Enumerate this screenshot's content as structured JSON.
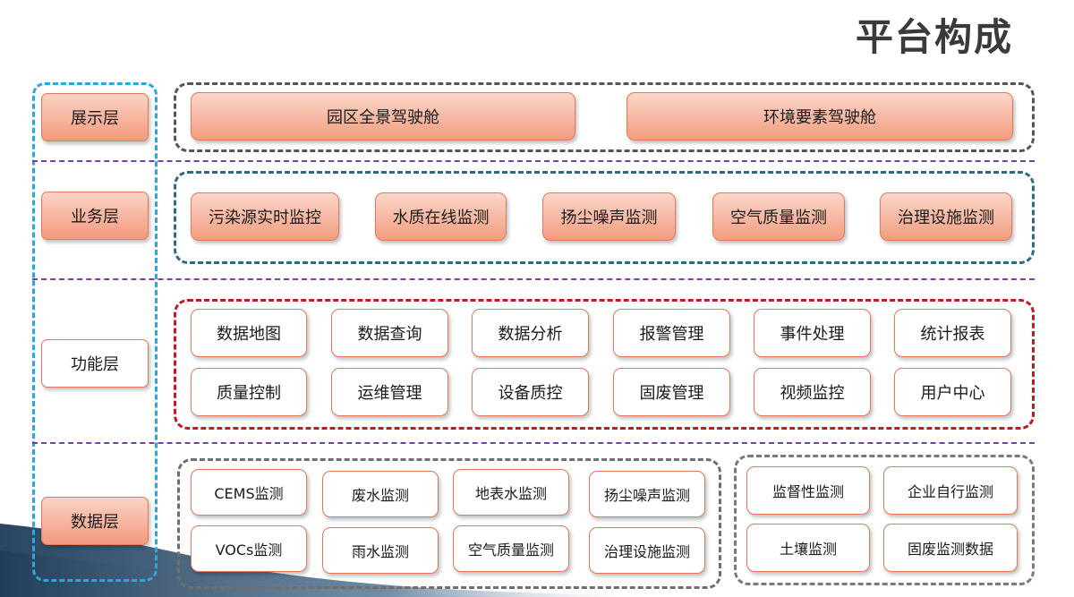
{
  "title": "平台构成",
  "layers": [
    "展示层",
    "业务层",
    "功能层",
    "数据层"
  ],
  "display": [
    "园区全景驾驶舱",
    "环境要素驾驶舱"
  ],
  "business": [
    "污染源实时监控",
    "水质在线监测",
    "扬尘噪声监测",
    "空气质量监测",
    "治理设施监测"
  ],
  "functions": [
    "数据地图",
    "数据查询",
    "数据分析",
    "报警管理",
    "事件处理",
    "统计报表",
    "质量控制",
    "运维管理",
    "设备质控",
    "固废管理",
    "视频监控",
    "用户中心"
  ],
  "data_left": [
    "CEMS监测",
    "废水监测",
    "地表水监测",
    "扬尘噪声监测",
    "VOCs监测",
    "雨水监测",
    "空气质量监测",
    "治理设施监测"
  ],
  "data_right": [
    "监督性监测",
    "企业自行监测",
    "土壤监测",
    "固废监测数据"
  ]
}
